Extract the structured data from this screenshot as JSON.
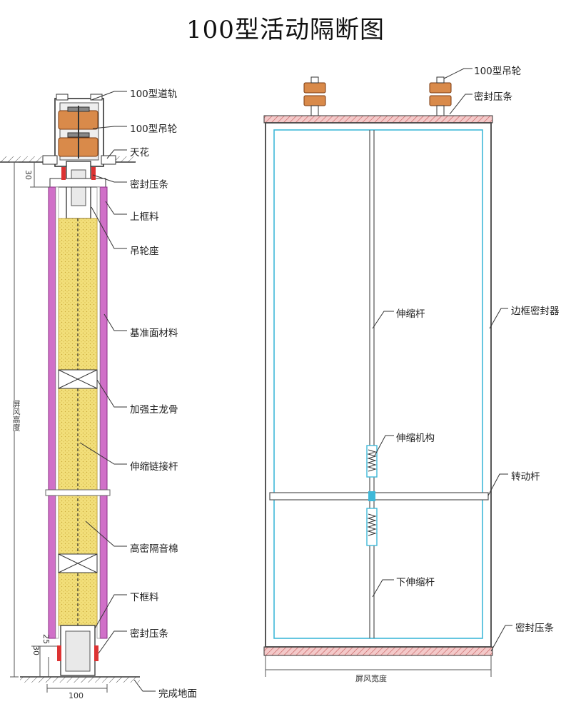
{
  "title": "100型活动隔断图",
  "left_labels": {
    "track": "100型道轨",
    "hanger_wheel": "100型吊轮",
    "ceiling": "天花",
    "top_seal": "密封压条",
    "top_frame": "上框料",
    "wheel_seat": "吊轮座",
    "base_face": "基准面材料",
    "main_keel": "加强主龙骨",
    "link_rod": "伸缩链接杆",
    "sound_wool": "高密隔音棉",
    "bottom_frame": "下框料",
    "bottom_seal": "密封压条",
    "floor": "完成地面"
  },
  "right_labels": {
    "hanger_wheel": "100型吊轮",
    "top_seal": "密封压条",
    "telescopic_rod": "伸缩杆",
    "edge_seal": "边框密封器",
    "telescopic_mech": "伸缩机构",
    "rotating_rod": "转动杆",
    "lower_rod": "下伸缩杆",
    "bottom_seal": "密封压条"
  },
  "dimensions": {
    "top_gap": "30",
    "bottom_25": "25",
    "bottom_30": "30",
    "thickness": "100",
    "screen_height": "屏风高度",
    "screen_width": "屏风宽度"
  },
  "colors": {
    "insulation": "#f2df7a",
    "face_panel": "#d070c8",
    "wheel": "#d98a4a",
    "seal_hatch": "#e8a6a6",
    "cyan_line": "#3fb8d8"
  }
}
